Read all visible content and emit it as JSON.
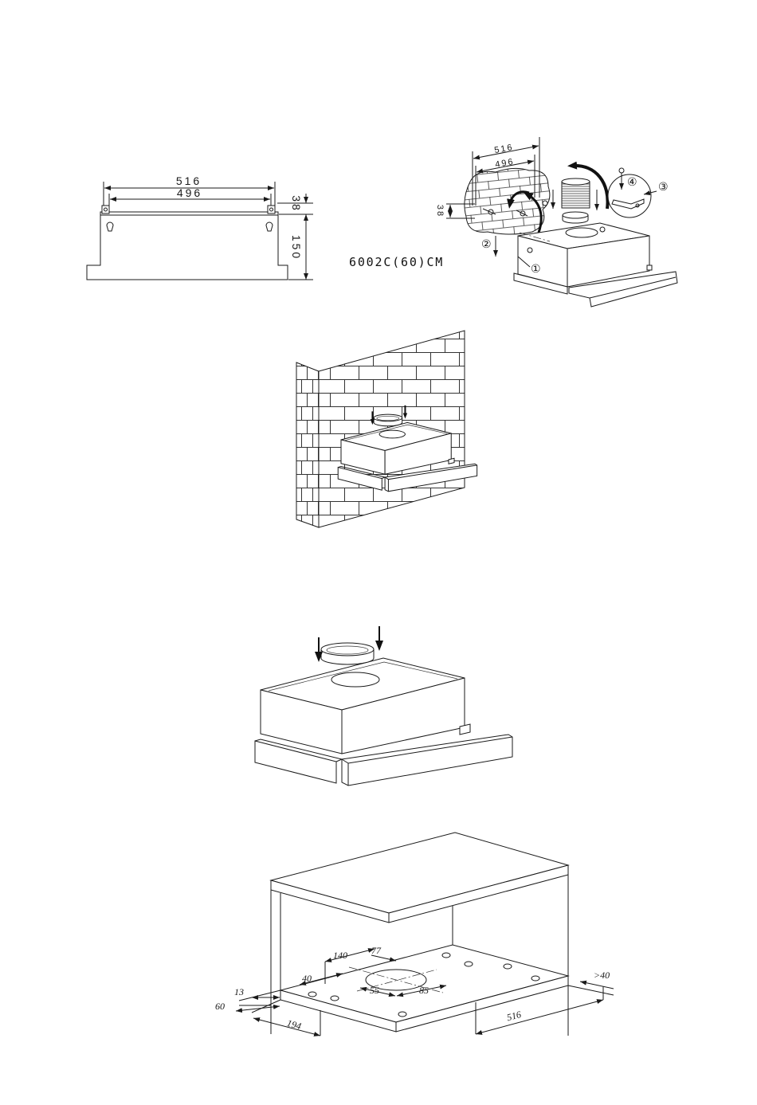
{
  "bracket_drawing": {
    "width_outer": "516",
    "width_inner": "496",
    "height_top": "38",
    "height_total": "150"
  },
  "model_label": "6002C(60)CM",
  "assembly_drawing": {
    "width_outer": "516",
    "width_inner": "496",
    "height": "38",
    "step_1": "①",
    "step_2": "②",
    "step_3": "③",
    "step_4": "④"
  },
  "cabinet_drawing": {
    "dimensions": [
      "140",
      "77",
      "40",
      "13",
      "60",
      "55",
      "85",
      ">40",
      "194",
      "516"
    ]
  }
}
